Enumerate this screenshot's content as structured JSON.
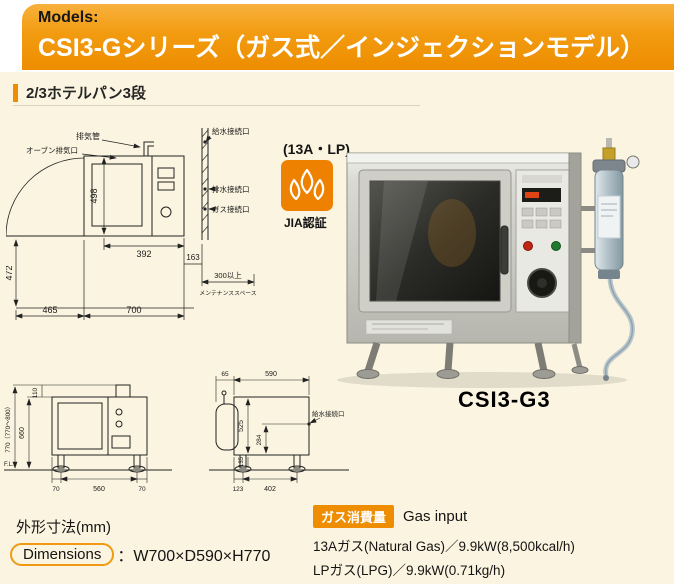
{
  "page": {
    "background": "#fbf4e0",
    "accent_orange": "#ee8d00"
  },
  "header": {
    "models_label": "Models:",
    "title": "CSI3-Gシリーズ（ガス式／インジェクションモデル）"
  },
  "section": {
    "pan_spec": "2/3ホテルパン3段"
  },
  "certification": {
    "gas_types": "(13A・LP)",
    "jia_label": "JIA認証"
  },
  "product": {
    "model_name": "CSI3-G3"
  },
  "top_diagram": {
    "labels": {
      "exhaust_pipe": "排気管",
      "oven_exhaust": "オーブン排気口",
      "water_inlet": "給水接続口",
      "drain": "排水接続口",
      "gas_inlet": "ガス接続口",
      "maintenance_space": "メンテナンススペース"
    },
    "dims": {
      "inner_height": "498",
      "inner_width": "392",
      "door_clearance": "472",
      "front_space": "465",
      "width": "700",
      "rear_gap": "163",
      "side_space": "300以上"
    }
  },
  "front_view": {
    "dims": {
      "top_section": "110",
      "overall_height": "770（770〜800）",
      "body_height": "660",
      "floor_level": "F.L.",
      "left_offset": "70",
      "leg_span": "560",
      "right_offset": "70"
    }
  },
  "side_view": {
    "labels": {
      "water_inlet": "給水接続口"
    },
    "dims": {
      "rear_offset": "65",
      "depth": "590",
      "body_height": "525",
      "inlet_height": "284",
      "leg_height": "135",
      "front_offset": "123",
      "leg_span": "402"
    }
  },
  "dimensions_spec": {
    "label_jp": "外形寸法(mm)",
    "label_en": "Dimensions",
    "value": "：W700×D590×H770"
  },
  "gas_spec": {
    "badge_jp": "ガス消費量",
    "badge_en": "Gas input",
    "natural_gas": "13Aガス(Natural Gas)／9.9kW(8,500kcal/h)",
    "lp_gas": "LPガス(LPG)／9.9kW(0.71kg/h)"
  }
}
